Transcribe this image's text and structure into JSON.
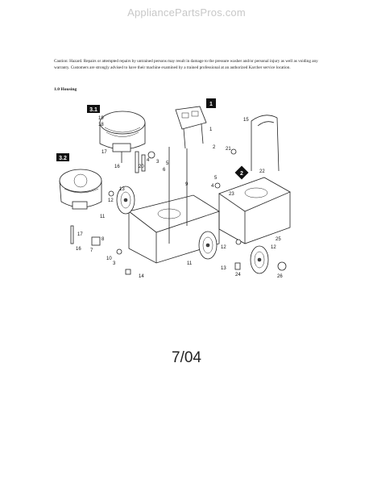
{
  "watermark": "AppliancePartsPros.com",
  "caution_text": "Caution: Hazard. Repairs or attempted repairs by untrained persons may result in damage to the pressure washer and/or personal injury as well as voiding any warranty. Customers are strongly advised to have their machine examined by a trained professional at an authorized Karcher service location.",
  "section_title": "1.0 Housing",
  "badges": [
    "3.1",
    "3.2",
    "1",
    "2"
  ],
  "callouts": [
    "19",
    "18",
    "17",
    "16",
    "20",
    "4",
    "3",
    "6",
    "5",
    "1",
    "2",
    "9",
    "13",
    "12",
    "11",
    "17",
    "16",
    "7",
    "8",
    "10",
    "3",
    "14",
    "11",
    "12",
    "13",
    "24",
    "4",
    "5",
    "21",
    "22",
    "23",
    "15",
    "25",
    "12",
    "26"
  ],
  "footer_code": "7/04"
}
